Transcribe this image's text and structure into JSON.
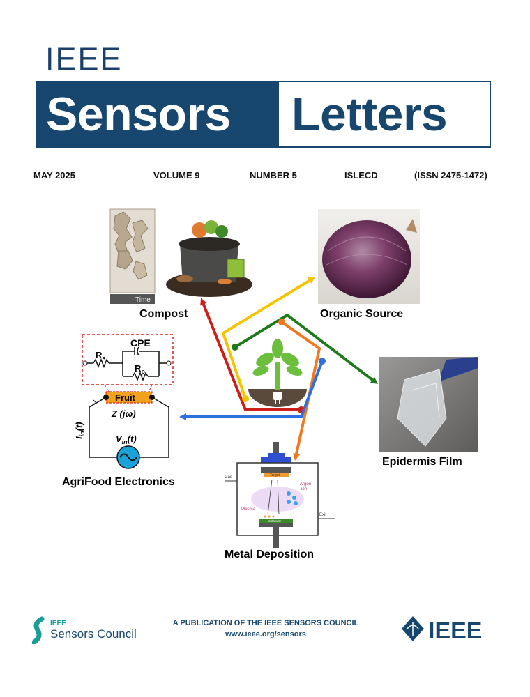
{
  "masthead": {
    "publisher": "IEEE",
    "title_part1": "Sensors",
    "title_part2": "Letters"
  },
  "issue": {
    "date": "MAY 2025",
    "volume": "VOLUME 9",
    "number": "NUMBER 5",
    "code": "ISLECD",
    "issn": "(ISSN 2475-1472)"
  },
  "figure": {
    "compost": {
      "label": "Compost",
      "time_label": "Time"
    },
    "organic": {
      "label": "Organic Source"
    },
    "epidermis": {
      "label": "Epidermis Film"
    },
    "agrifood": {
      "label": "AgriFood Electronics",
      "cpe": "CPE",
      "rs": "R",
      "rs_sub": "s",
      "rp": "R",
      "rp_sub": "p",
      "fruit": "Fruit",
      "impedance": "Z (jω)",
      "current": "I",
      "current_sub": "in",
      "current_suffix": "(t)",
      "voltage": "V",
      "voltage_sub": "in",
      "voltage_suffix": "(t)"
    },
    "metal": {
      "label": "Metal Deposition",
      "gas": "Gas",
      "target": "Target",
      "argon": "Argon",
      "ion": "ion",
      "plasma": "Plasma",
      "substrate": "Substrate",
      "exit": "Exit"
    },
    "colors": {
      "red": "#cc1f1a",
      "yellow": "#f5c400",
      "green": "#1f7a1a",
      "orange": "#f07820",
      "blue": "#2f6fe0",
      "brand": "#17466e"
    }
  },
  "footer": {
    "council_ieee": "IEEE",
    "council_name": "Sensors Council",
    "publication": "A PUBLICATION OF THE IEEE SENSORS COUNCIL",
    "url": "www.ieee.org/sensors",
    "ieee_logo": "IEEE"
  }
}
